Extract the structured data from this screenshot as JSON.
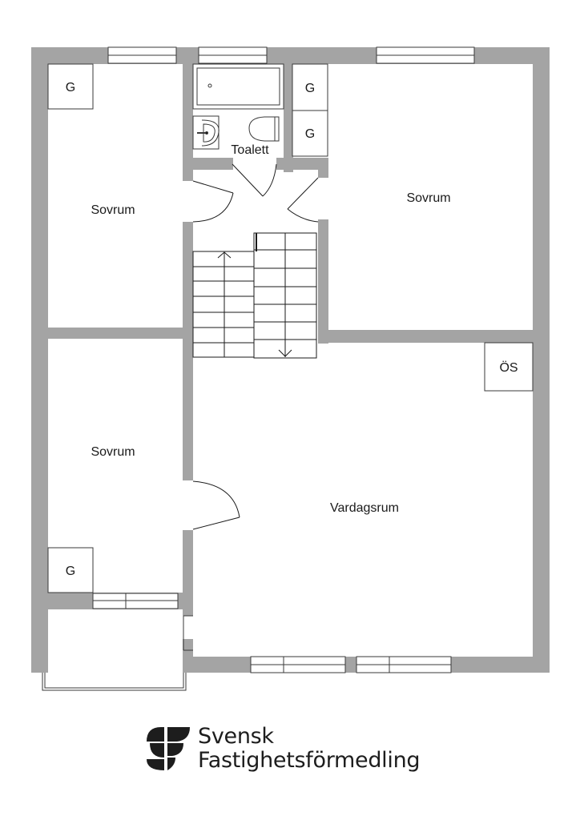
{
  "floorplan": {
    "rooms": [
      {
        "name": "Sovrum",
        "id": "bedroom-top-left"
      },
      {
        "name": "Sovrum",
        "id": "bedroom-top-right"
      },
      {
        "name": "Sovrum",
        "id": "bedroom-bottom-left"
      },
      {
        "name": "Vardagsrum",
        "id": "living-room"
      },
      {
        "name": "Toalett",
        "id": "toilet"
      }
    ],
    "fixtures": {
      "wardrobe_label": "G",
      "utility_label": "ÖS"
    },
    "colors": {
      "wall": "#a4a4a4",
      "line": "#1a1a1a",
      "background": "#ffffff"
    }
  },
  "brand": {
    "line1": "Svensk",
    "line2": "Fastighetsförmedling"
  }
}
